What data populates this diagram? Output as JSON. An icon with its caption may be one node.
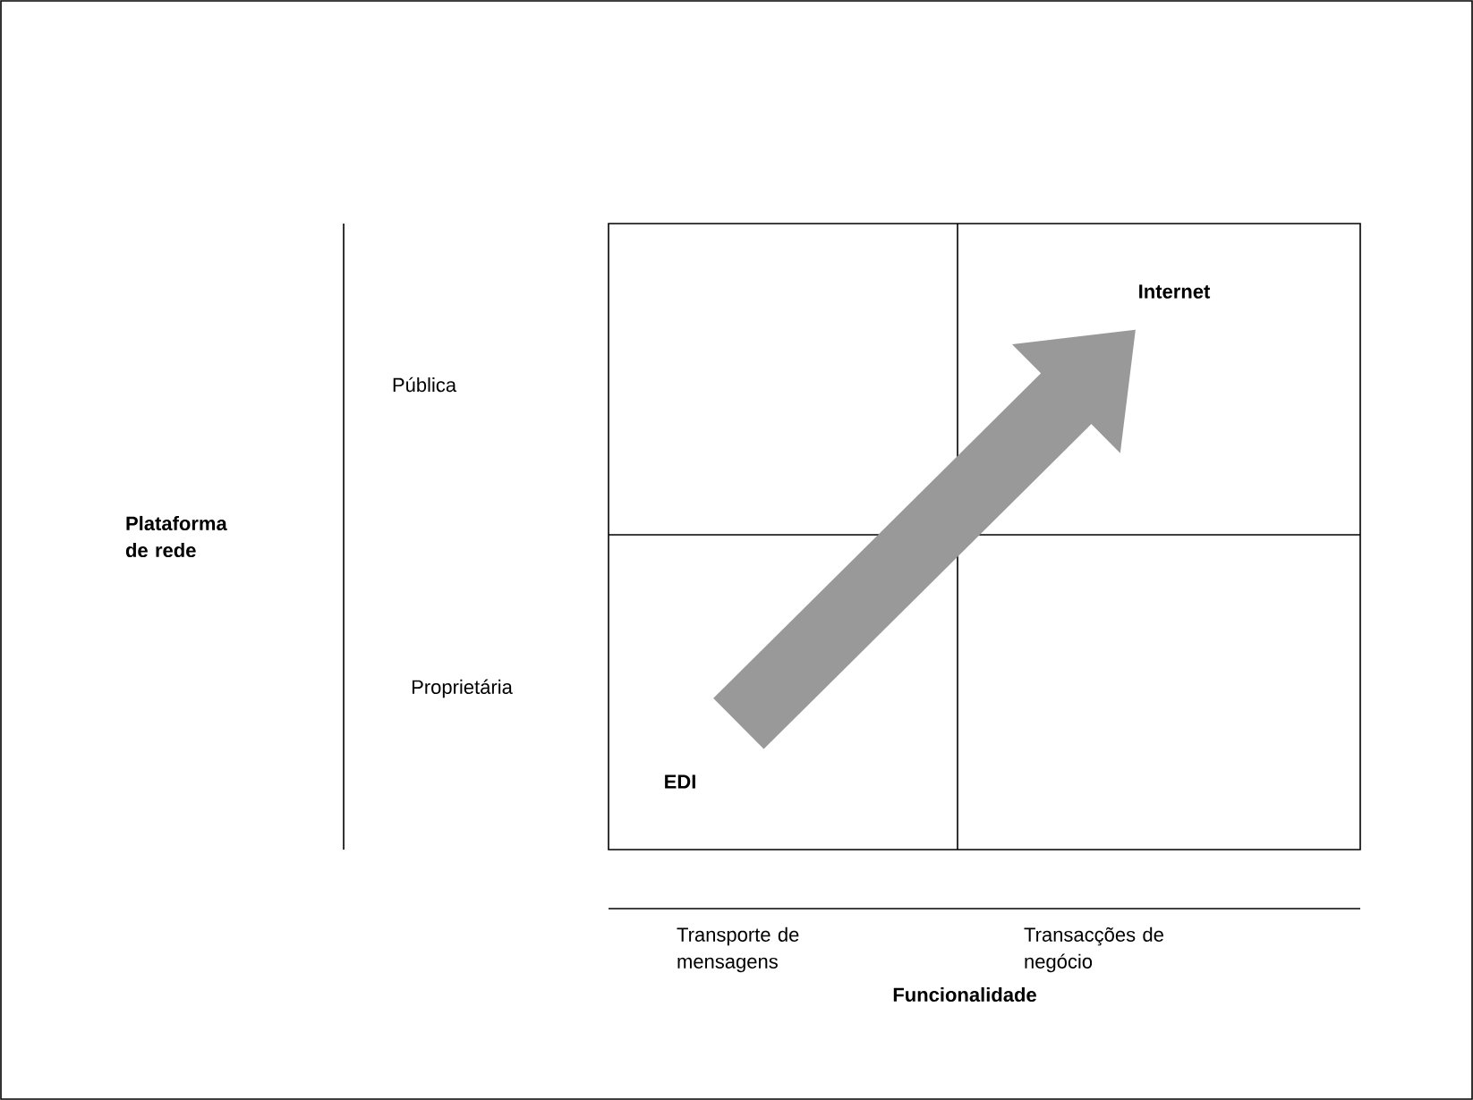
{
  "diagram": {
    "nodes": [
      {
        "text": [
          "Internet"
        ]
      },
      {
        "text": [
          "EDI"
        ]
      }
    ],
    "edges": [
      {
        "from": 1,
        "to": 0,
        "arrow": "to"
      }
    ],
    "labels": [
      "Plataforma de rede",
      "Pública",
      "Proprietária",
      "Transporte de mensagens",
      "Transacções de negócio",
      "Funcionalidade"
    ]
  }
}
